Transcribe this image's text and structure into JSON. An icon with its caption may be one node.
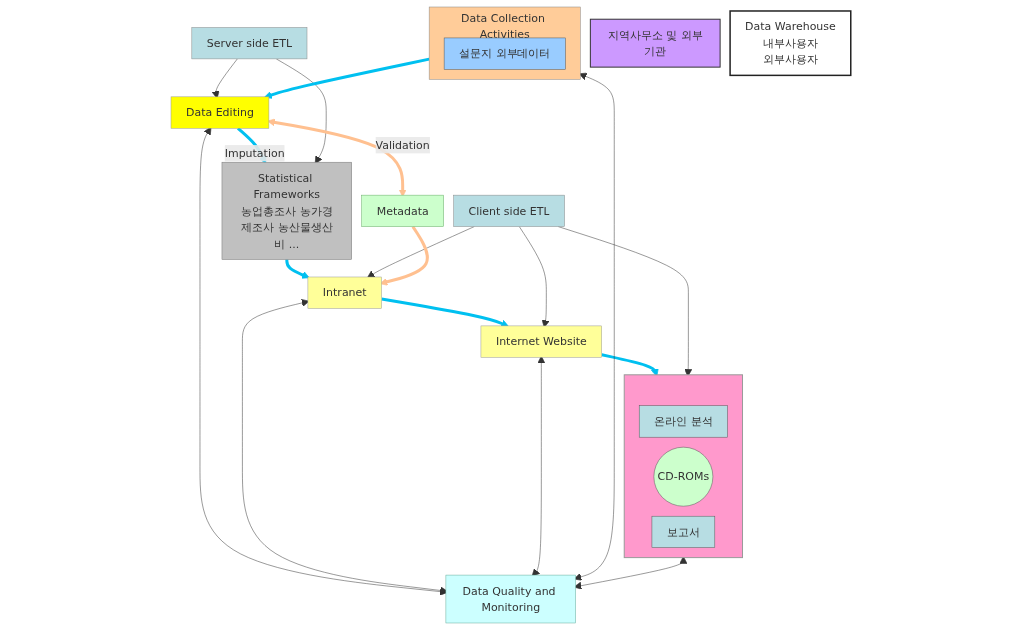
{
  "diagram": {
    "nodes": [
      {
        "text": [
          "지역사무소 및 외부기관"
        ]
      },
      {
        "text": [
          "Data Warehouse",
          "내부사용자",
          "외부사용자"
        ]
      },
      {
        "text": [
          "Server side ETL"
        ]
      },
      {
        "text": [
          "Client side ETL"
        ]
      },
      {
        "text": [
          "Data Collection Activities"
        ]
      },
      {
        "text": [
          "설문지 외부데이터"
        ],
        "in": 4
      },
      {
        "text": [
          "Data Editing"
        ]
      },
      {
        "text": [
          "Statistical Frameworks",
          "농업총조사 농가경제조사 농산물생산비 ..."
        ]
      },
      {
        "text": [
          "Intranet"
        ]
      },
      {
        "text": [
          "Internet Website"
        ]
      },
      {
        "text": [],
        "shape": "box"
      },
      {
        "text": [
          "온라인 분석"
        ],
        "in": 10
      },
      {
        "text": [
          "CD-ROMs"
        ],
        "in": 10
      },
      {
        "text": [
          "보고서"
        ],
        "in": 10
      },
      {
        "text": [
          "Metadata"
        ]
      },
      {
        "text": [
          "Data Quality and Monitoring"
        ]
      }
    ],
    "edges": [
      {
        "from": 4,
        "to": 6,
        "arrow": "to",
        "style": "thick",
        "color": "#00c0f0"
      },
      {
        "from": 6,
        "to": 7,
        "arrow": "to",
        "label": "Imputation",
        "style": "thick",
        "color": "#00c0f0"
      },
      {
        "from": 7,
        "to": 8,
        "arrow": "to",
        "style": "thick",
        "color": "#00c0f0"
      },
      {
        "from": 8,
        "to": 9,
        "arrow": "to",
        "style": "thick",
        "color": "#00c0f0"
      },
      {
        "from": 9,
        "to": 10,
        "arrow": "to",
        "style": "thick",
        "color": "#00c0f0"
      },
      {
        "from": 2,
        "to": 6,
        "arrow": "to"
      },
      {
        "from": 2,
        "to": 7,
        "arrow": "to"
      },
      {
        "from": 3,
        "to": 8,
        "arrow": "to"
      },
      {
        "from": 3,
        "to": 9,
        "arrow": "to"
      },
      {
        "from": 3,
        "to": 10,
        "arrow": "to"
      },
      {
        "from": 6,
        "to": 14,
        "arrow": "both",
        "label": "Validation",
        "style": "thick",
        "color": "#ffc090"
      },
      {
        "from": 14,
        "to": 8,
        "arrow": "to",
        "style": "thick",
        "color": "#ffc090"
      },
      {
        "from": 4,
        "to": 15,
        "arrow": "both"
      },
      {
        "from": 6,
        "to": 15,
        "arrow": "both"
      },
      {
        "from": 8,
        "to": 15,
        "arrow": "both"
      },
      {
        "from": 9,
        "to": 15,
        "arrow": "both"
      },
      {
        "from": 10,
        "to": 15,
        "arrow": "both"
      }
    ]
  }
}
